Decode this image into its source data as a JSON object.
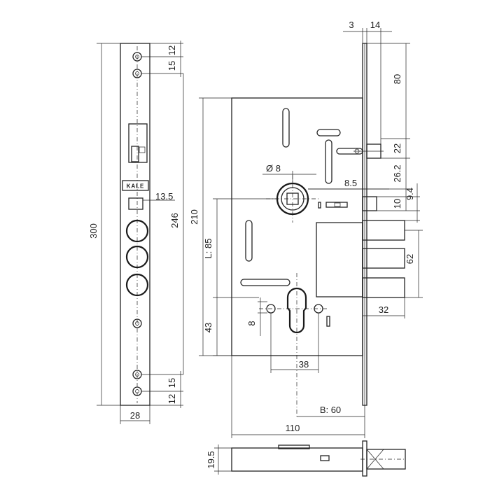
{
  "front_view": {
    "dims": {
      "top_screw_gap_1": "12",
      "top_screw_gap_2": "15",
      "overall_height": "300",
      "hole_span": "246",
      "bolt_size": "13.5",
      "bottom_screw_gap_1": "15",
      "bottom_screw_gap_2": "12",
      "faceplate_width": "28"
    },
    "logo": "KALE"
  },
  "side_view": {
    "dims": {
      "faceplate_offset": "3",
      "faceplate_thickness": "14",
      "upper_offset": "80",
      "latch_height": "22",
      "handle_hole_dia": "Ø 8",
      "deadbolt_gap": "8.5",
      "follower_offset": "26.2",
      "case_height": "210",
      "upper_gap": "10",
      "bolt_thickness": "9.4",
      "lever_length": "L: 85",
      "bolt_span": "62",
      "bolt_projection": "32",
      "cylinder_offset": "43",
      "pin_offset": "8",
      "cylinder_width": "38",
      "backset": "B: 60",
      "case_width": "110"
    }
  },
  "bottom_view": {
    "dims": {
      "case_depth": "19.5"
    }
  }
}
